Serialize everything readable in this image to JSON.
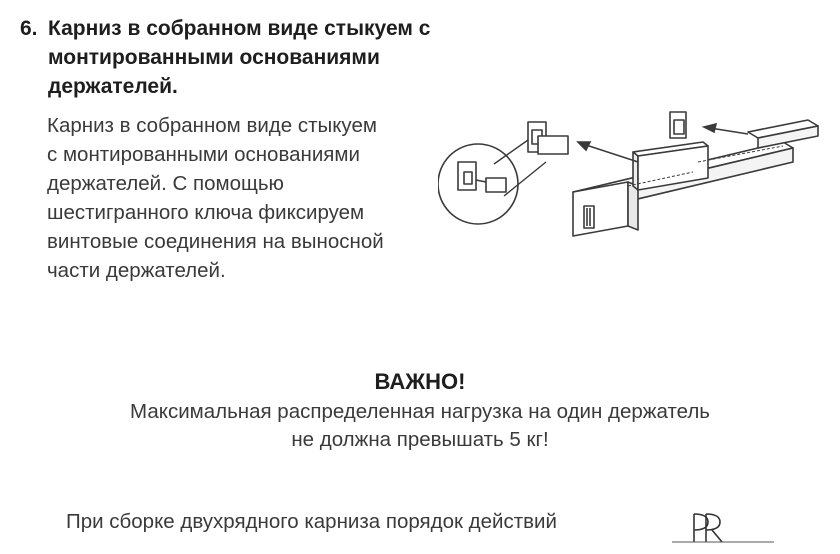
{
  "step": {
    "number": "6.",
    "heading": "Карниз в собранном виде стыкуем с монтированными основаниями держателей.",
    "body_lines": [
      "Карниз в собранном виде стыкуем",
      "с монтированными основаниями",
      "держателей. С помощью",
      "шестигранного ключа фиксируем",
      "винтовые соединения на выносной",
      "части держателей."
    ]
  },
  "important": {
    "title": "ВАЖНО!",
    "line1": "Максимальная распределенная нагрузка на один держатель",
    "line2": "не должна превышать 5 кг!"
  },
  "footer": {
    "text": "При сборке двухрядного карниза порядок действий",
    "logo_text": "PR"
  }
}
